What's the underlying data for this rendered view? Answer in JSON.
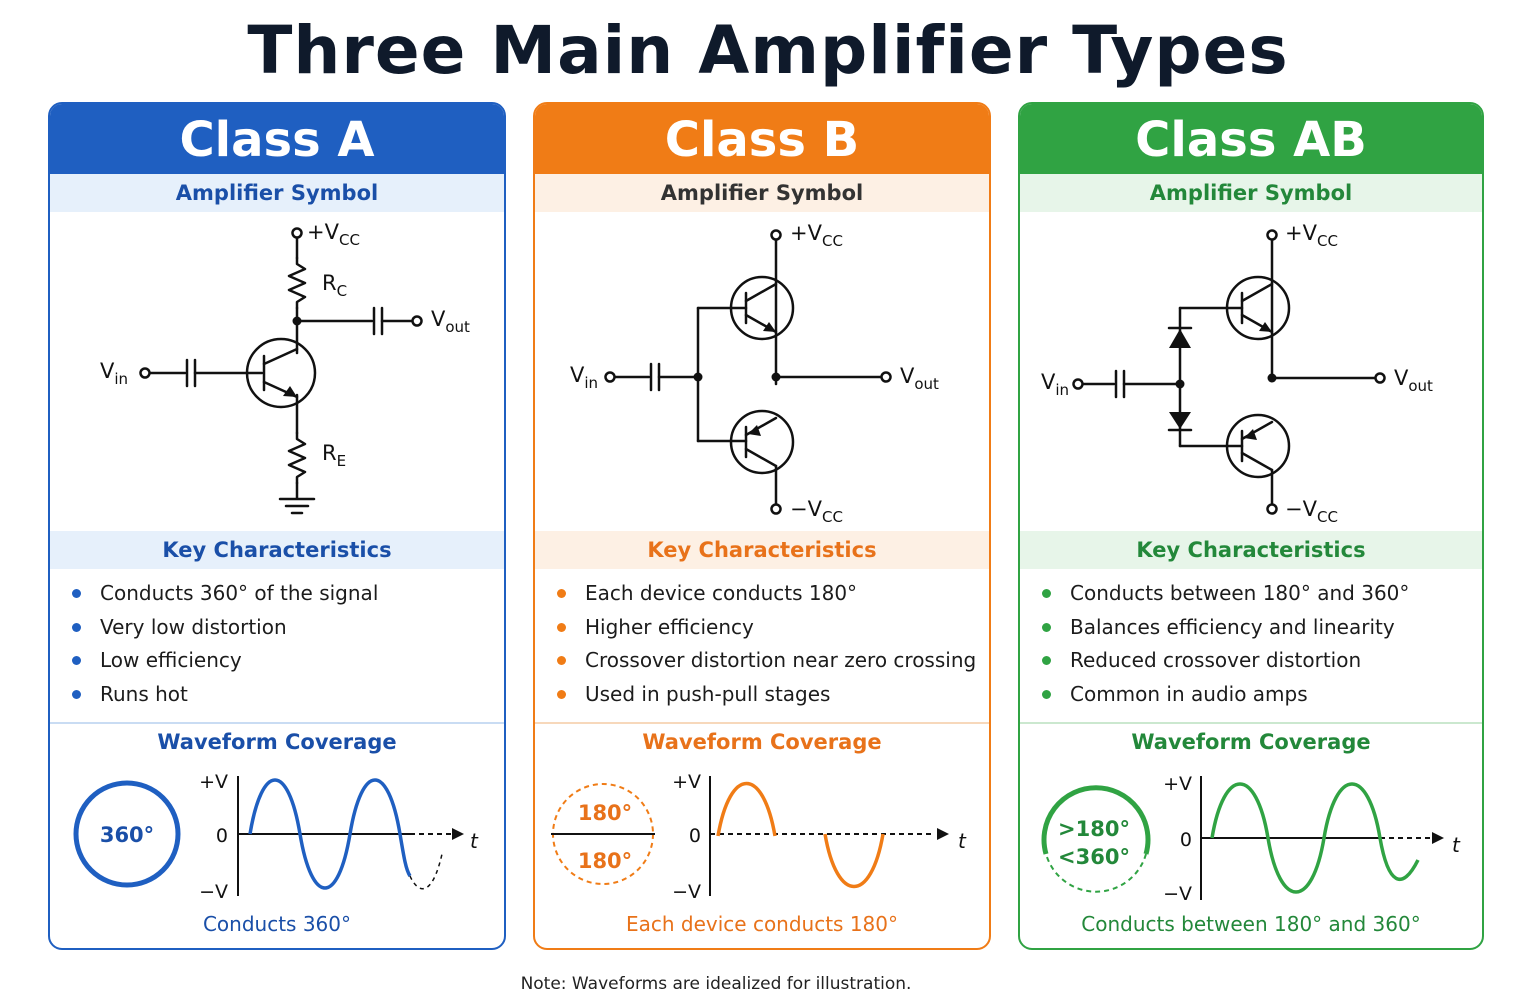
{
  "title": "Three Main Amplifier Types",
  "note": "Note: Waveforms are idealized for illustration.",
  "colors": {
    "class_a": "#1f5fc1",
    "class_b": "#f07c16",
    "class_ab": "#30a343",
    "text_dark": "#0f1a2b"
  },
  "panels": [
    {
      "name": "Class A",
      "symbol_label": "Amplifier Symbol",
      "key_label": "Key Characteristics",
      "characteristics": [
        "Conducts 360° of the signal",
        "Very low distortion",
        "Low efficiency",
        "Runs hot"
      ],
      "waveform_label": "Waveform Coverage",
      "coverage": "360°",
      "caption": "Conducts 360°",
      "circuit": {
        "vcc": "+V",
        "vcc_sub": "CC",
        "rc": "R",
        "rc_sub": "C",
        "re": "R",
        "re_sub": "E",
        "vin": "V",
        "vin_sub": "in",
        "vout": "V",
        "vout_sub": "out"
      },
      "axis": {
        "pos": "+V",
        "zero": "0",
        "neg": "−V",
        "t": "t"
      }
    },
    {
      "name": "Class B",
      "symbol_label": "Amplifier Symbol",
      "key_label": "Key Characteristics",
      "characteristics": [
        "Each device conducts 180°",
        "Higher efficiency",
        "Crossover distortion near zero crossing",
        "Used in push-pull stages"
      ],
      "waveform_label": "Waveform Coverage",
      "coverage_top": "180°",
      "coverage_bottom": "180°",
      "caption": "Each device conducts 180°",
      "circuit": {
        "vcc": "+V",
        "vcc_sub": "CC",
        "vee": "−V",
        "vee_sub": "CC",
        "vin": "V",
        "vin_sub": "in",
        "vout": "V",
        "vout_sub": "out"
      },
      "axis": {
        "pos": "+V",
        "zero": "0",
        "neg": "−V",
        "t": "t"
      }
    },
    {
      "name": "Class AB",
      "symbol_label": "Amplifier Symbol",
      "key_label": "Key Characteristics",
      "characteristics": [
        "Conducts between 180° and 360°",
        "Balances efficiency and linearity",
        "Reduced crossover distortion",
        "Common in audio amps"
      ],
      "waveform_label": "Waveform Coverage",
      "coverage_top": ">180°",
      "coverage_bottom": "<360°",
      "caption": "Conducts between 180° and 360°",
      "circuit": {
        "vcc": "+V",
        "vcc_sub": "CC",
        "vee": "−V",
        "vee_sub": "CC",
        "vin": "V",
        "vin_sub": "in",
        "vout": "V",
        "vout_sub": "out"
      },
      "axis": {
        "pos": "+V",
        "zero": "0",
        "neg": "−V",
        "t": "t"
      }
    }
  ]
}
